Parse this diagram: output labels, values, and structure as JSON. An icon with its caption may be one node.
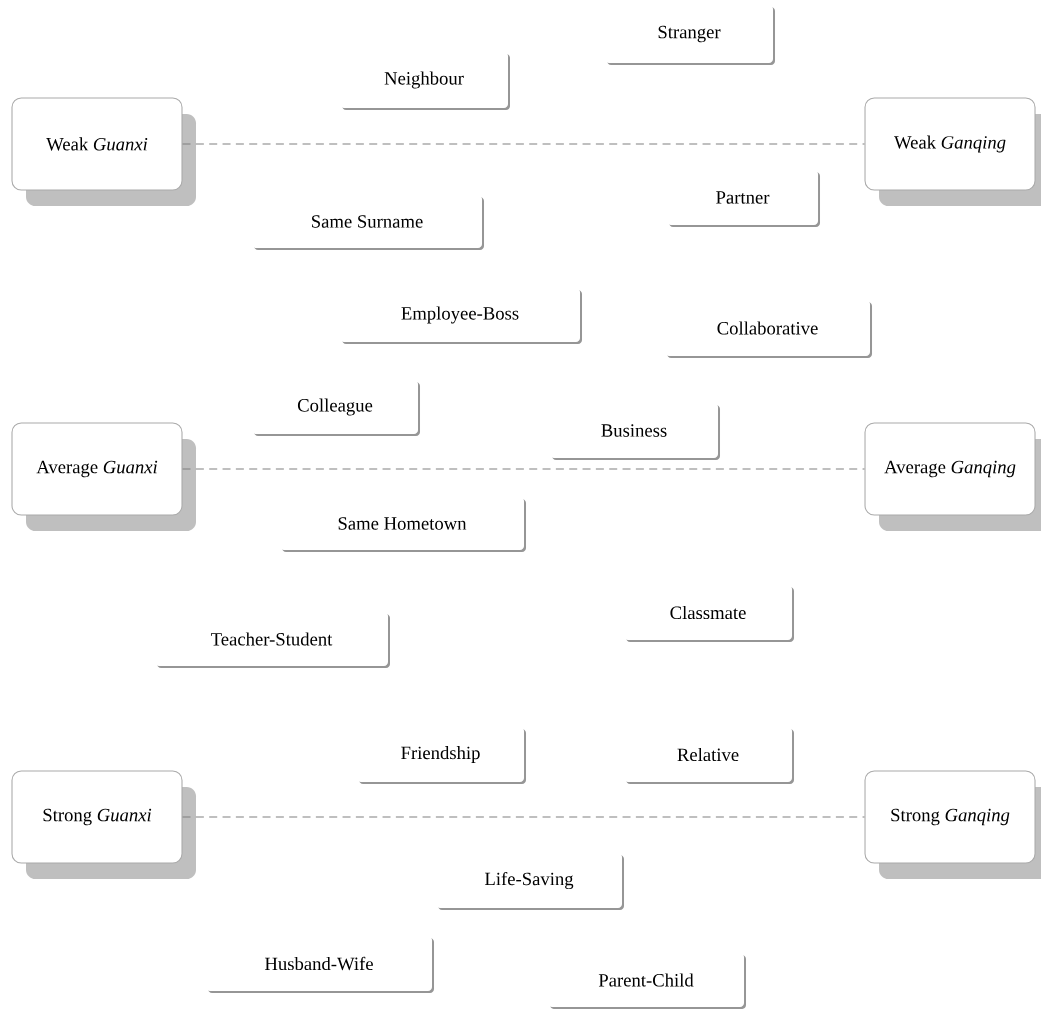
{
  "diagram": {
    "nodes": [
      {
        "text": [
          "Stranger"
        ]
      },
      {
        "text": [
          "Neighbour"
        ]
      },
      {
        "text": [
          "Weak *Guanxi*"
        ]
      },
      {
        "text": [
          "Weak *Ganqing*"
        ]
      },
      {
        "text": [
          "Partner"
        ]
      },
      {
        "text": [
          "Same Surname"
        ]
      },
      {
        "text": [
          "Employee-Boss"
        ]
      },
      {
        "text": [
          "Collaborative"
        ]
      },
      {
        "text": [
          "Colleague"
        ]
      },
      {
        "text": [
          "Business"
        ]
      },
      {
        "text": [
          "Average *Guanxi*"
        ]
      },
      {
        "text": [
          "Average *Ganqing*"
        ]
      },
      {
        "text": [
          "Same Hometown"
        ]
      },
      {
        "text": [
          "Classmate"
        ]
      },
      {
        "text": [
          "Teacher-Student"
        ]
      },
      {
        "text": [
          "Friendship"
        ]
      },
      {
        "text": [
          "Relative"
        ]
      },
      {
        "text": [
          "Strong *Guanxi*"
        ]
      },
      {
        "text": [
          "Strong *Ganqing*"
        ]
      },
      {
        "text": [
          "Life-Saving"
        ]
      },
      {
        "text": [
          "Husband-Wife"
        ]
      },
      {
        "text": [
          "Parent-Child"
        ]
      }
    ],
    "edges": [
      {
        "from": 2,
        "to": 3,
        "arrow": "none",
        "style": "dashed"
      },
      {
        "from": 10,
        "to": 11,
        "arrow": "none",
        "style": "dashed"
      },
      {
        "from": 17,
        "to": 18,
        "arrow": "none",
        "style": "dashed"
      }
    ]
  }
}
